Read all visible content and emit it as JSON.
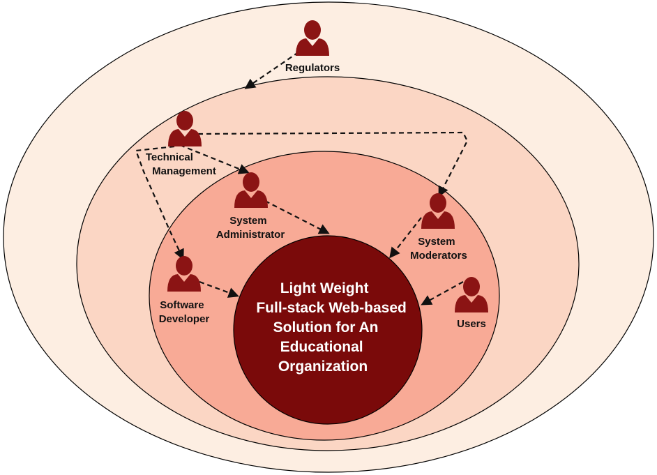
{
  "colors": {
    "outer_ring": "#fdeee2",
    "middle_ring": "#fbd6c4",
    "inner_ring": "#f8aa96",
    "core": "#7a0a0a",
    "stroke": "#000000",
    "person": "#8b1414",
    "arrow": "#111111"
  },
  "center": {
    "lines": [
      "Light Weight",
      "Full-stack Web-based",
      "Solution for An",
      "Educational",
      "Organization"
    ]
  },
  "stakeholders": {
    "regulators": {
      "lines": [
        "Regulators"
      ]
    },
    "technical_management": {
      "lines": [
        "Technical",
        "Management"
      ]
    },
    "system_administrator": {
      "lines": [
        "System",
        "Administrator"
      ]
    },
    "system_moderators": {
      "lines": [
        "System",
        "Moderators"
      ]
    },
    "software_developer": {
      "lines": [
        "Software",
        "Developer"
      ]
    },
    "users": {
      "lines": [
        "Users"
      ]
    }
  },
  "icons": {
    "person": "person-icon"
  }
}
